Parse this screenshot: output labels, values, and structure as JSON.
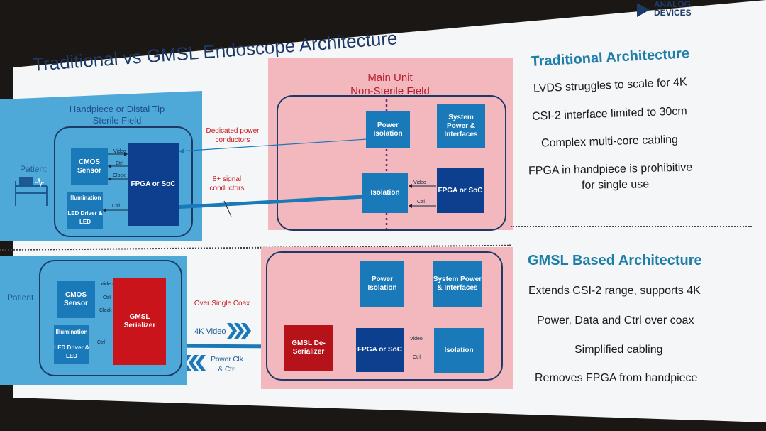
{
  "title": "Traditional vs GMSL Endoscope Architecture",
  "logo": {
    "line1": "ANALOG",
    "line2": "DEVICES"
  },
  "traditional": {
    "sterile_label_1": "Handpiece or Distal Tip",
    "sterile_label_2": "Sterile Field",
    "main_label_1": "Main Unit",
    "main_label_2": "Non-Sterile Field",
    "patient": "Patient",
    "cmos": "CMOS Sensor",
    "illum_1": "Illumination",
    "illum_2": "LED Driver & LED",
    "fpga_hand": "FPGA or SoC",
    "power_iso": "Power Isolation",
    "sys_power": "System Power & Interfaces",
    "isolation": "Isolation",
    "fpga_main": "FPGA or SoC",
    "video": "Video",
    "ctrl": "Ctrl",
    "clock": "Clock",
    "dedicated_power": "Dedicated power conductors",
    "signal_cond": "8+ signal conductors"
  },
  "gmsl": {
    "patient": "Patient",
    "cmos": "CMOS Sensor",
    "illum_1": "Illumination",
    "illum_2": "LED Driver & LED",
    "serializer": "GMSL Serializer",
    "deserializer": "GMSL De-Serializer",
    "power_iso": "Power Isolation",
    "sys_power": "System Power & Interfaces",
    "fpga_main": "FPGA or SoC",
    "isolation": "Isolation",
    "video": "Video",
    "ctrl": "Ctrl",
    "clock": "Clock",
    "over_coax": "Over Single Coax",
    "video4k": "4K Video",
    "power_clk": "Power Clk & Ctrl"
  },
  "right": {
    "trad_heading": "Traditional Architecture",
    "trad_items": [
      "LVDS struggles to scale for 4K",
      "CSI-2 interface limited to 30cm",
      "Complex multi-core cabling",
      "FPGA in handpiece is prohibitive",
      "for single use"
    ],
    "gmsl_heading": "GMSL Based Architecture",
    "gmsl_items": [
      "Extends CSI-2 range, supports 4K",
      "Power, Data and Ctrl over coax",
      "Simplified cabling",
      "Removes FPGA from handpiece"
    ]
  },
  "colors": {
    "navy": "#1d3a66",
    "accent": "#1d7ea8",
    "sterile": "#4fa9d8",
    "main": "#f2b8bd",
    "gmsl_red": "#c9141b"
  }
}
